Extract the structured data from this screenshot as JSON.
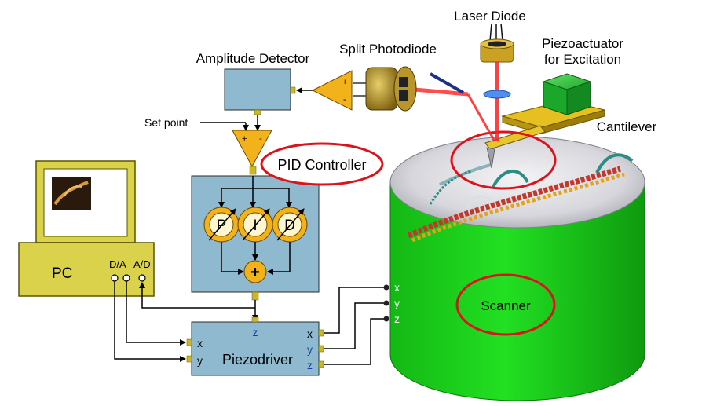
{
  "labels": {
    "laser_diode": "Laser Diode",
    "split_photodiode": "Split Photodiode",
    "piezoactuator_line1": "Piezoactuator",
    "piezoactuator_line2": "for Excitation",
    "amplitude_detector": "Amplitude Detector",
    "cantilever": "Cantilever",
    "set_point": "Set point",
    "pid_controller": "PID Controller",
    "pc": "PC",
    "da": "D/A",
    "ad": "A/D",
    "piezodriver": "Piezodriver",
    "scanner": "Scanner",
    "p": "P",
    "i": "I",
    "d": "D",
    "plus": "+",
    "minus": "-",
    "x": "x",
    "y": "y",
    "z": "z"
  },
  "colors": {
    "box_fill": "#8fb9cf",
    "box_stroke": "#2b2b2b",
    "amp_yellow": "#f2b21c",
    "pc_fill": "#d9d24a",
    "scanner_green": "#17d617",
    "highlight_red": "#d9141c",
    "laser_red": "#ff2020",
    "photodiode_gold": "#9a7a14",
    "cube_green": "#1bbd2a"
  }
}
